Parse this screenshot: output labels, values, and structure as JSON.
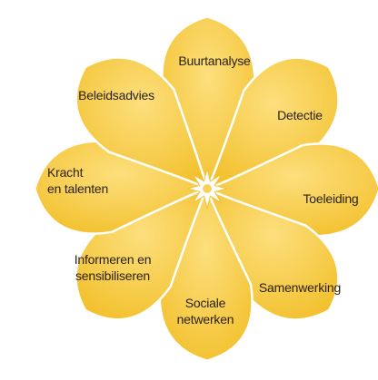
{
  "diagram": {
    "petals": [
      {
        "id": "buurtanalyse",
        "label_lines": [
          "Buurtanalyse"
        ]
      },
      {
        "id": "detectie",
        "label_lines": [
          "Detectie"
        ]
      },
      {
        "id": "toeleiding",
        "label_lines": [
          "Toeleiding"
        ]
      },
      {
        "id": "samenwerking",
        "label_lines": [
          "Samenwerking"
        ]
      },
      {
        "id": "sociale-netwerken",
        "label_lines": [
          "Sociale",
          "netwerken"
        ]
      },
      {
        "id": "informeren-en-sensibiliseren",
        "label_lines": [
          "Informeren en",
          "sensibiliseren"
        ]
      },
      {
        "id": "kracht-en-talenten",
        "label_lines": [
          "Kracht",
          "en talenten"
        ]
      },
      {
        "id": "beleidsadvies",
        "label_lines": [
          "Beleidsadvies"
        ]
      }
    ],
    "colors": {
      "petal": "#f6c93c",
      "petal_highlight": "#fbdc73",
      "petal_outline": "#ffffff",
      "center_star": "#ffffff",
      "text": "#2a2118"
    }
  }
}
